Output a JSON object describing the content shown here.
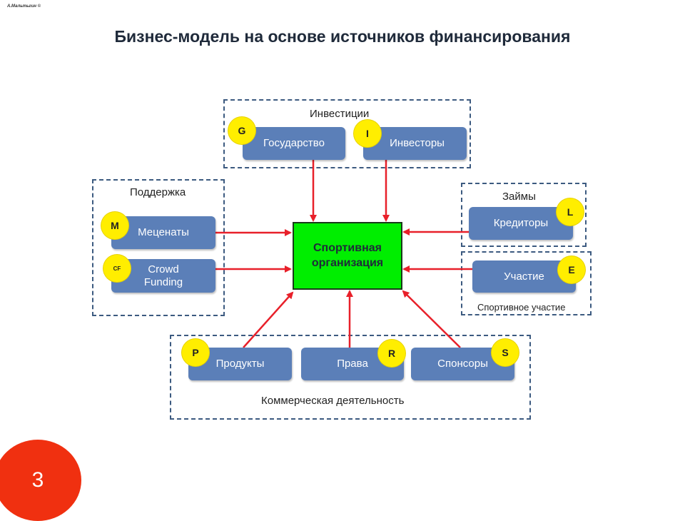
{
  "header": {
    "author": "А.Мальтьгин ©",
    "title": "Бизнес-модель на основе источников финансирования"
  },
  "center": {
    "label_line1": "Спортивная",
    "label_line2": "организация"
  },
  "groups": {
    "investments": {
      "label": "Инвестиции"
    },
    "support": {
      "label": "Поддержка"
    },
    "loans": {
      "label": "Займы"
    },
    "sport": {
      "label": "Спортивное участие"
    },
    "commercial": {
      "label": "Коммерческая деятельность"
    }
  },
  "nodes": {
    "state": {
      "label": "Государство",
      "badge": "G"
    },
    "investors": {
      "label": "Инвесторы",
      "badge": "I"
    },
    "patrons": {
      "label": "Меценаты",
      "badge": "M"
    },
    "crowdfunding": {
      "label_line1": "Crowd",
      "label_line2": "Funding",
      "badge": "CF"
    },
    "creditors": {
      "label": "Кредиторы",
      "badge": "L"
    },
    "participation": {
      "label": "Участие",
      "badge": "E"
    },
    "products": {
      "label": "Продукты",
      "badge": "P"
    },
    "rights": {
      "label": "Права",
      "badge": "R"
    },
    "sponsors": {
      "label": "Спонсоры",
      "badge": "S"
    }
  },
  "page_number": "3",
  "colors": {
    "node": "#5b7fb8",
    "center": "#00ee00",
    "badge": "#ffee00",
    "arrow": "#e8202a",
    "group_border": "#3c5a80",
    "page_circle": "#f03010"
  }
}
